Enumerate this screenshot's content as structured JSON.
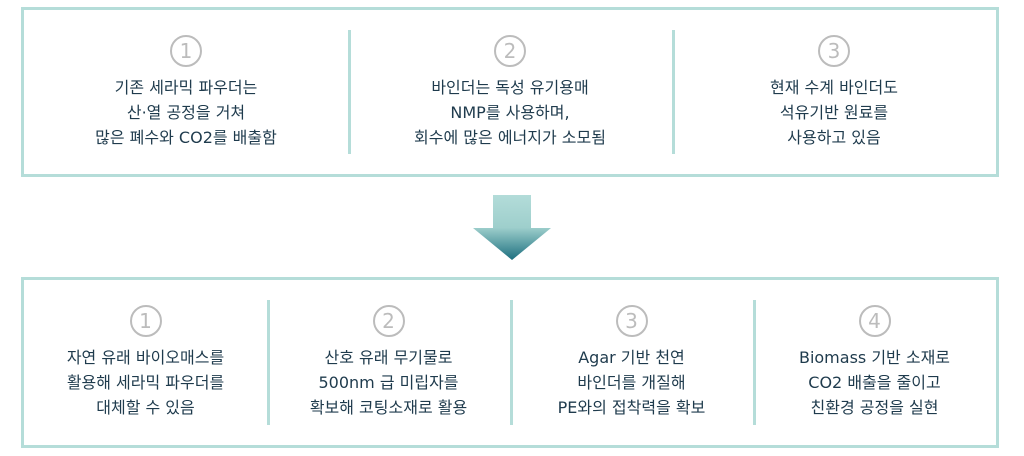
{
  "problems": [
    {
      "num": "1",
      "lines": [
        "기존 세라믹 파우더는",
        "산·열 공정을 거쳐",
        "많은 폐수와 CO2를 배출함"
      ]
    },
    {
      "num": "2",
      "lines": [
        "바인더는 독성 유기용매",
        "NMP를 사용하며,",
        "회수에 많은 에너지가 소모됨"
      ]
    },
    {
      "num": "3",
      "lines": [
        "현재 수계 바인더도",
        "석유기반 원료를",
        "사용하고 있음"
      ]
    }
  ],
  "solutions": [
    {
      "num": "1",
      "lines": [
        "자연 유래 바이오매스를",
        "활용해 세라믹 파우더를",
        "대체할 수 있음"
      ]
    },
    {
      "num": "2",
      "lines": [
        "산호 유래 무기물로",
        "500nm 급 미립자를",
        "확보해 코팅소재로 활용"
      ]
    },
    {
      "num": "3",
      "lines": [
        "Agar 기반 천연",
        "바인더를 개질해",
        "PE와의 접착력을 확보"
      ]
    },
    {
      "num": "4",
      "lines": [
        "Biomass 기반 소재로",
        "CO2 배출을 줄이고",
        "친환경 공정을 실현"
      ]
    }
  ],
  "colors": {
    "border": "#b5ddd9",
    "text": "#1f3b4d",
    "number": "#bcbcbc",
    "arrow_top": "#b3dcd9",
    "arrow_bottom": "#1d6f7f"
  }
}
